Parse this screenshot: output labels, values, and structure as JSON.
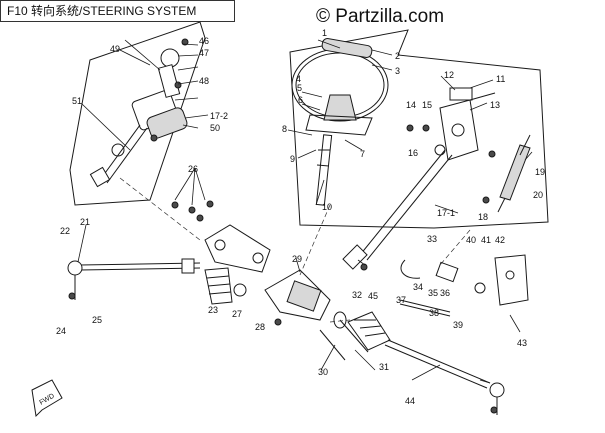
{
  "header": {
    "title": "F10 转向系统/STEERING SYSTEM"
  },
  "watermark": {
    "text": "© Partzilla.com"
  },
  "callouts": [
    "1",
    "2",
    "3",
    "4",
    "5",
    "6",
    "7",
    "8",
    "9",
    "10",
    "11",
    "12",
    "13",
    "14",
    "15",
    "16",
    "17-1",
    "17-2",
    "18",
    "19",
    "20",
    "21",
    "22",
    "23",
    "24",
    "25",
    "26",
    "27",
    "28",
    "29",
    "30",
    "31",
    "32",
    "33",
    "34",
    "35",
    "36",
    "37",
    "38",
    "39",
    "40",
    "41",
    "42",
    "43",
    "44",
    "45",
    "46",
    "47",
    "48",
    "49",
    "50",
    "51"
  ],
  "badge": {
    "text": "FWD"
  }
}
